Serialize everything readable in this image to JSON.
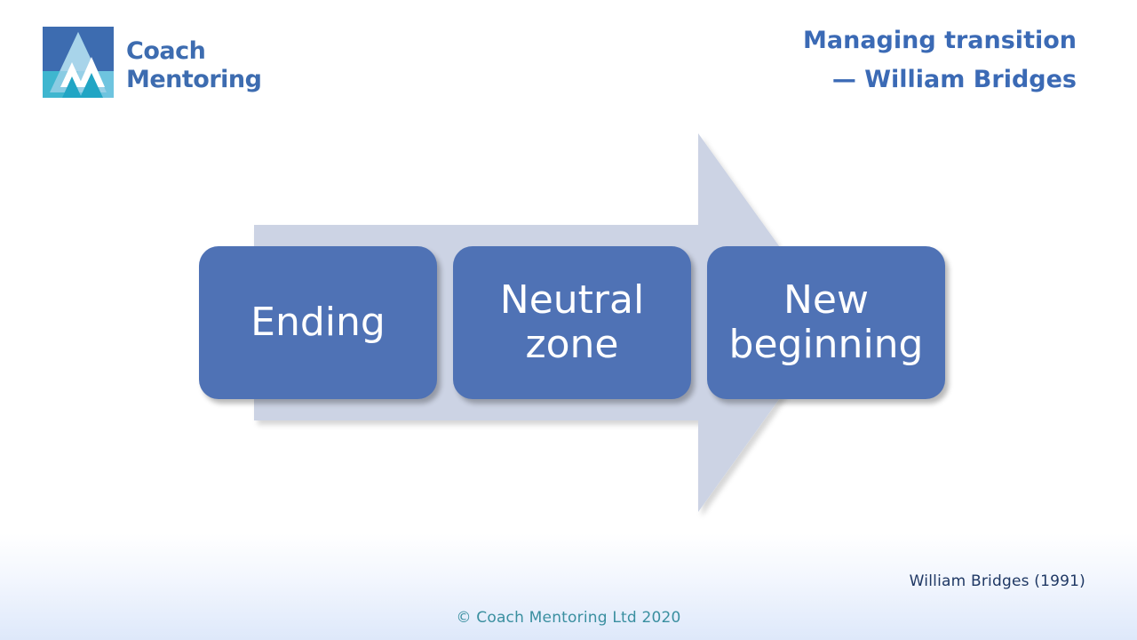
{
  "slide": {
    "title_line1": "Managing transition",
    "title_line2": "— William Bridges",
    "title_color": "#3b6ab5",
    "background_color": "#ffffff"
  },
  "logo": {
    "name": "coach-mentoring-logo",
    "wordmark_line1": "Coach",
    "wordmark_line2": "Mentoring",
    "wordmark_color": "#3d6cb0",
    "mark_background": "#3d6cb0",
    "mark_triangle_light": "#a8d4ea",
    "mark_band_teal": "#3fb6cf",
    "mark_inner_teal": "#21a5c4"
  },
  "diagram": {
    "type": "process-arrow",
    "arrow_color": "#ccd3e4",
    "box_color": "#4f72b5",
    "box_text_color": "#ffffff",
    "stages": [
      {
        "id": "ending",
        "label": "Ending"
      },
      {
        "id": "neutral-zone",
        "label": "Neutral\nzone"
      },
      {
        "id": "new-beginning",
        "label": "New\nbeginning"
      }
    ]
  },
  "captions": {
    "source": "William Bridges (1991)",
    "source_color": "#1f3864",
    "copyright": "© Coach Mentoring Ltd 2020",
    "copyright_color": "#3a8fa0"
  }
}
